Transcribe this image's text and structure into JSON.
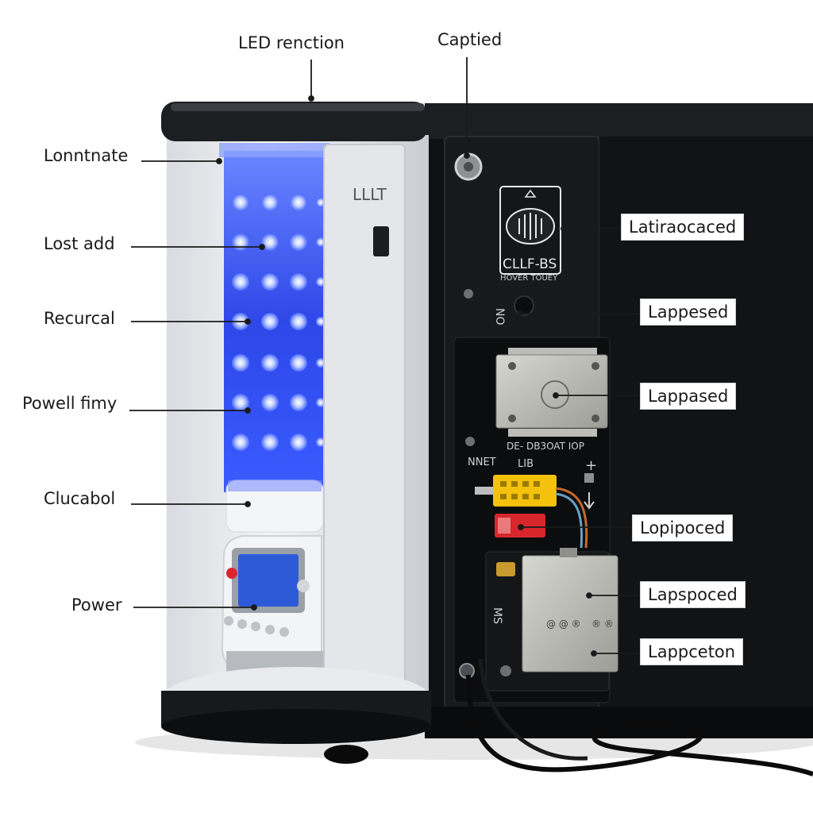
{
  "callouts_top": [
    {
      "label": "LED renction"
    },
    {
      "label": "Captied"
    }
  ],
  "callouts_left": [
    {
      "label": "Lonntnate"
    },
    {
      "label": "Lost add"
    },
    {
      "label": "Recurcal"
    },
    {
      "label": "Powell fimy"
    },
    {
      "label": "Clucabol"
    },
    {
      "label": "Power"
    }
  ],
  "callouts_right": [
    {
      "label": "Latiraocaced"
    },
    {
      "label": "Lappesed"
    },
    {
      "label": "Lappased"
    },
    {
      "label": "Lopipoced"
    },
    {
      "label": "Lapspoced"
    },
    {
      "label": "Lappceton"
    }
  ],
  "device_print": {
    "side_panel": "LLLT",
    "module_title": "CLLF-BS",
    "module_sub": "HOVER TOUEY",
    "on_label": "NO",
    "chip_label": "DE- DB3OAT  IOP",
    "connector_label": "NNET",
    "connector_code": "LIB",
    "plus_sign": "+",
    "ms_label": "MS"
  },
  "colors": {
    "led_glow": "#3d5cff",
    "panel_dark": "#121416",
    "housing_white": "#eceef1",
    "connector_yellow": "#f4c20d",
    "connector_red": "#d9262c",
    "lcd_blue": "#2d5bd8"
  }
}
